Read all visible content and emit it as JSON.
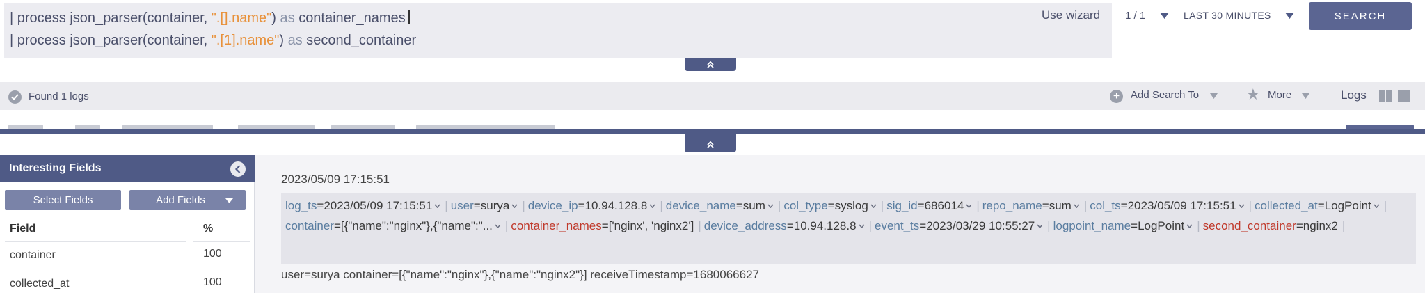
{
  "query": {
    "line1": {
      "prefix": "| process json_parser(container, ",
      "str": "\".[].name\"",
      "close": ")",
      "as_kw": " as ",
      "alias": "container_names"
    },
    "line2": {
      "prefix": "| process json_parser(container, ",
      "str": "\".[1].name\"",
      "close": ")",
      "as_kw": " as ",
      "alias": "second_container"
    }
  },
  "toolbar": {
    "use_wizard": "Use wizard",
    "page_indicator": "1 / 1",
    "time_range": "LAST 30 MINUTES",
    "search_label": "SEARCH"
  },
  "results_bar": {
    "found_label": "Found 1 logs",
    "add_search_to": "Add Search To",
    "more": "More",
    "logs": "Logs"
  },
  "fields_panel": {
    "title": "Interesting Fields",
    "select_fields": "Select Fields",
    "add_fields": "Add Fields",
    "col_field": "Field",
    "col_pct": "%",
    "rows": [
      {
        "name": "container",
        "pct": "100"
      },
      {
        "name": "collected_at",
        "pct": "100"
      }
    ]
  },
  "log": {
    "timestamp": "2023/05/09 17:15:51",
    "fields": [
      {
        "key": "log_ts",
        "value": "2023/05/09 17:15:51",
        "chevron": true
      },
      {
        "key": "user",
        "value": "surya",
        "chevron": true
      },
      {
        "key": "device_ip",
        "value": "10.94.128.8",
        "chevron": true
      },
      {
        "key": "device_name",
        "value": "sum",
        "chevron": true
      },
      {
        "key": "col_type",
        "value": "syslog",
        "chevron": true
      },
      {
        "key": "sig_id",
        "value": "686014",
        "chevron": true
      },
      {
        "key": "repo_name",
        "value": "sum",
        "chevron": true
      },
      {
        "key": "col_ts",
        "value": "2023/05/09 17:15:51",
        "chevron": true
      },
      {
        "key": "collected_at",
        "value": "LogPoint",
        "chevron": true
      },
      {
        "key": "container",
        "value": "[{\"name\":\"nginx\"},{\"name\":\"...",
        "chevron": true
      },
      {
        "key": "container_names",
        "value": "['nginx', 'nginx2']",
        "chevron": false,
        "highlight": true
      },
      {
        "key": "device_address",
        "value": "10.94.128.8",
        "chevron": true
      },
      {
        "key": "event_ts",
        "value": "2023/03/29 10:55:27",
        "chevron": true
      },
      {
        "key": "logpoint_name",
        "value": "LogPoint",
        "chevron": true
      },
      {
        "key": "second_container",
        "value": "nginx2",
        "chevron": false,
        "highlight": true
      }
    ],
    "raw": "user=surya container=[{\"name\":\"nginx\"},{\"name\":\"nginx2\"}] receiveTimestamp=1680066627"
  },
  "colors": {
    "accent": "#4f5a86",
    "string_literal": "#e8913a",
    "field_key": "#5a7da0",
    "new_field_key": "#c0392b"
  }
}
